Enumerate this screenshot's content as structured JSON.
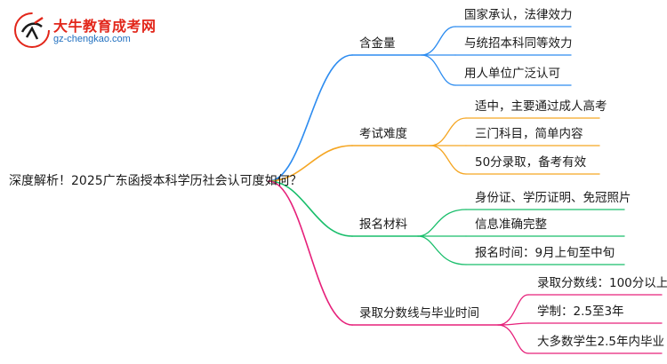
{
  "logo": {
    "title": "大牛教育成考网",
    "url": "gz-chengkao.com"
  },
  "root": {
    "label": "深度解析！2025广东函授本科学历社会认可度如何？"
  },
  "colors": {
    "branch_blue": "#2d8cf0",
    "branch_orange": "#f5a623",
    "branch_green": "#19be6b",
    "branch_pink": "#e6207a",
    "logo_red": "#e2261a"
  },
  "branches": [
    {
      "label": "含金量",
      "color": "#2d8cf0",
      "leaves": [
        "国家承认，法律效力",
        "与统招本科同等效力",
        "用人单位广泛认可"
      ]
    },
    {
      "label": "考试难度",
      "color": "#f5a623",
      "leaves": [
        "适中，主要通过成人高考",
        "三门科目，简单内容",
        "50分录取，备考有效"
      ]
    },
    {
      "label": "报名材料",
      "color": "#19be6b",
      "leaves": [
        "身份证、学历证明、免冠照片",
        "信息准确完整",
        "报名时间：9月上旬至中旬"
      ]
    },
    {
      "label": "录取分数线与毕业时间",
      "color": "#e6207a",
      "leaves": [
        "录取分数线：100分以上",
        "学制：2.5至3年",
        "大多数学生2.5年内毕业"
      ]
    }
  ]
}
